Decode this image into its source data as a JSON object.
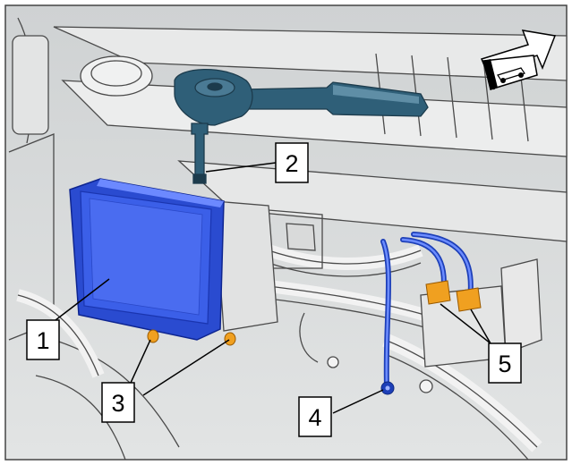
{
  "callouts": [
    {
      "id": "1",
      "label": "1"
    },
    {
      "id": "2",
      "label": "2"
    },
    {
      "id": "3",
      "label": "3"
    },
    {
      "id": "4",
      "label": "4"
    },
    {
      "id": "5",
      "label": "5"
    }
  ],
  "icons": {
    "view_direction": "vehicle-front-direction-arrow-icon",
    "tool": "ratchet-wrench-icon"
  },
  "colors": {
    "module": "#3b5fe8",
    "harness": "#3b5fe8",
    "tool": "#2f5f78",
    "fastener": "#f0a020",
    "line_art": "#4a4a4a",
    "background": "#d8dadb"
  }
}
